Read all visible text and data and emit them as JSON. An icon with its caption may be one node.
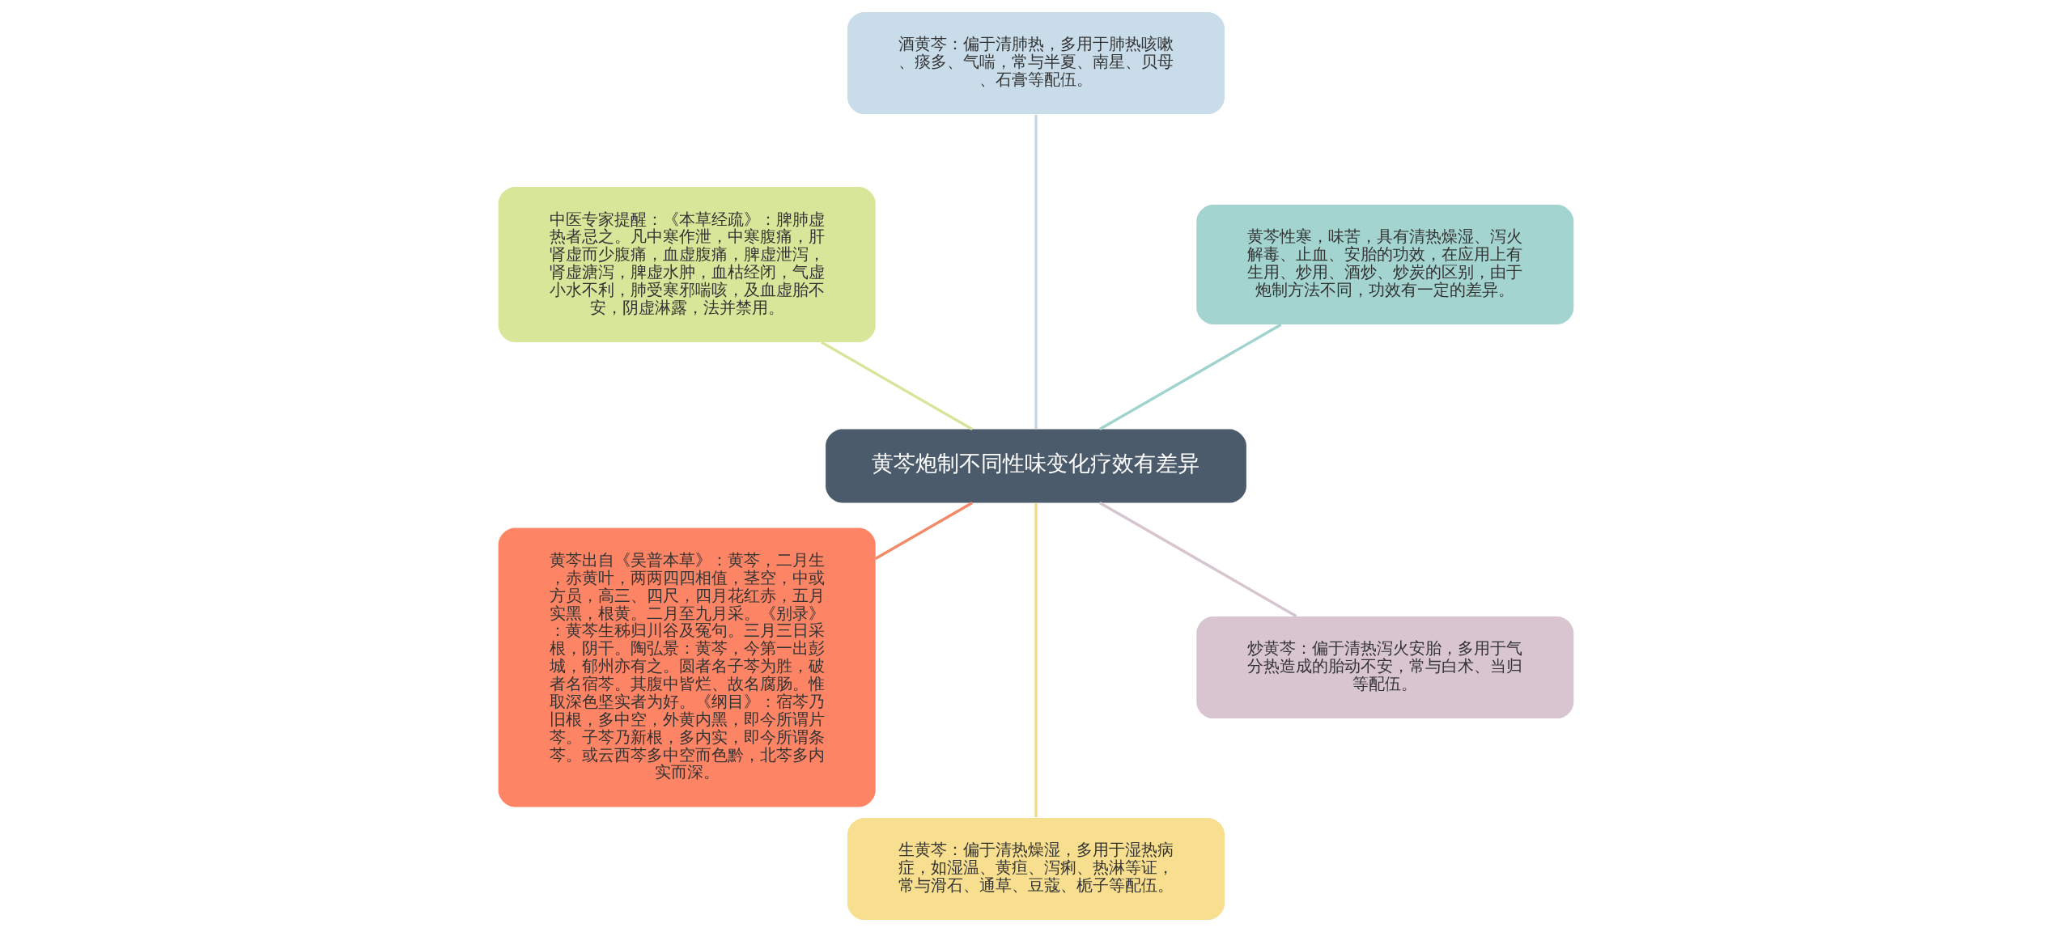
{
  "diagram": {
    "nodes": [
      {
        "text": [
          "黄芩炮制不同性味变化疗效有差异"
        ]
      },
      {
        "text": [
          "黄芩性寒，味苦，具有清热燥湿、泻火解毒、止血、安胎的功效，在应用上有生用、炒用、酒炒、炒炭的区别，由于炮制方法不同，功效有一定的差异。"
        ]
      },
      {
        "text": [
          "酒黄芩：偏于清肺热，多用于肺热咳嗽、痰多、气喘，常与半夏、南星、贝母、石膏等配伍。"
        ]
      },
      {
        "text": [
          "中医专家提醒：《本草经疏》：脾肺虚热者忌之。凡中寒作泄，中寒腹痛，肝肾虚而少腹痛，血虚腹痛，脾虚泄泻，肾虚溏泻，脾虚水肿，血枯经闭，气虚小水不利，肺受寒邪喘咳，及血虚胎不安，阴虚淋露，法并禁用。"
        ]
      },
      {
        "text": [
          "黄芩出自《吴普本草》：黄芩，二月生，赤黄叶，两两四四相值，茎空，中或方员，高三、四尺，四月花红赤，五月实黑，根黄。二月至九月采。《别录》：黄芩生秭归川谷及冤句。三月三日采根，阴干。陶弘景：黄芩，今第一出彭城，郁州亦有之。圆者名子芩为胜，破者名宿芩。其腹中皆烂、故名腐肠。惟取深色坚实者为好。《纲目》：宿芩乃旧根，多中空，外黄内黑，即今所谓片芩。子芩乃新根，多内实，即今所谓条芩。或云西芩多中空而色黔，北芩多内实而深。"
        ]
      },
      {
        "text": [
          "生黄芩：偏于清热燥湿，多用于湿热病症，如湿温、黄疸、泻痢、热淋等证，常与滑石、通草、豆蔻、栀子等配伍。"
        ]
      },
      {
        "text": [
          "炒黄芩：偏于清热泻火安胎，多用于气分热造成的胎动不安，常与白术、当归等配伍。"
        ]
      }
    ],
    "edges": [
      {
        "from": 0,
        "to": 1,
        "arrow": "none",
        "color": "#9fd3cd"
      },
      {
        "from": 0,
        "to": 2,
        "arrow": "none",
        "color": "#c4d8e8"
      },
      {
        "from": 0,
        "to": 3,
        "arrow": "none",
        "color": "#d6e59a"
      },
      {
        "from": 0,
        "to": 4,
        "arrow": "none",
        "color": "#f08a68"
      },
      {
        "from": 0,
        "to": 5,
        "arrow": "none",
        "color": "#f2dc8c"
      },
      {
        "from": 0,
        "to": 6,
        "arrow": "none",
        "color": "#d6c4ce"
      }
    ]
  }
}
